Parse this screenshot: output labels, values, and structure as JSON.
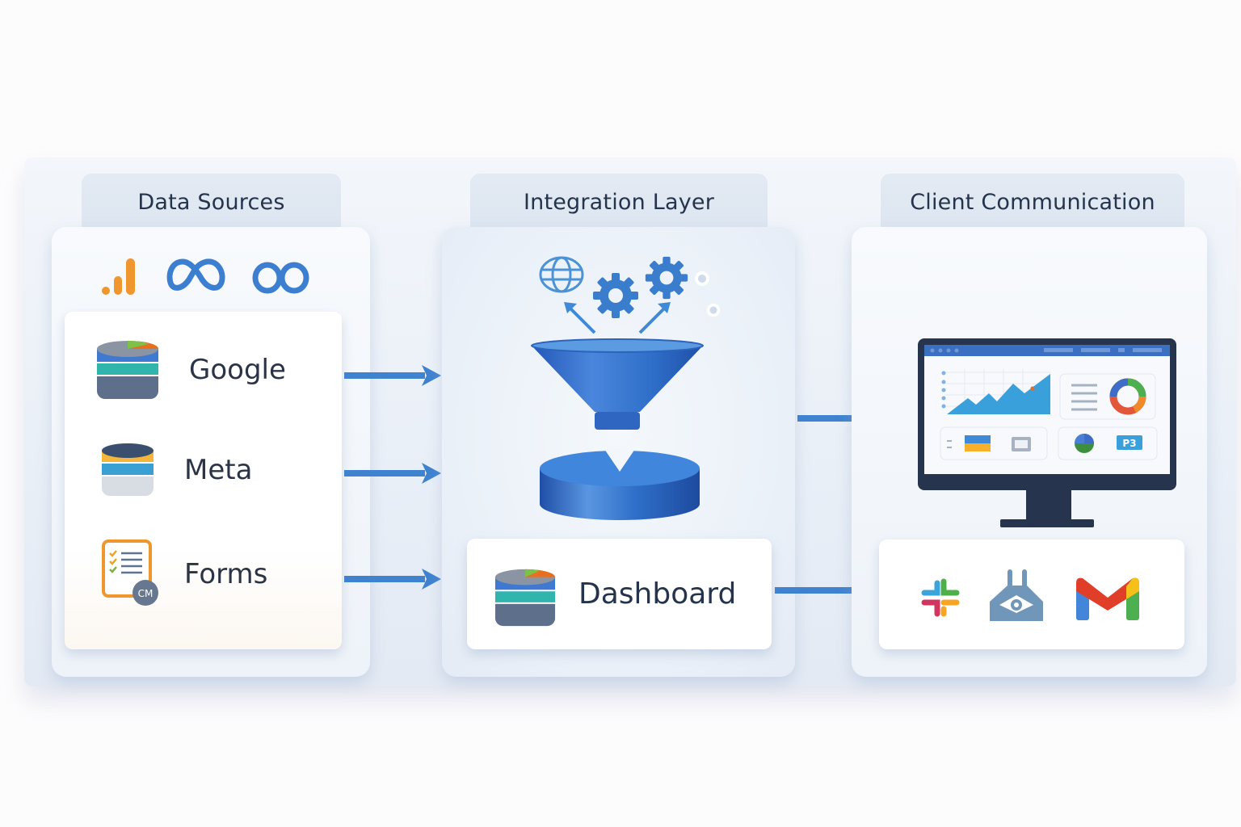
{
  "columns": {
    "data_sources": {
      "title": "Data Sources",
      "top_icons": [
        "analytics-bars-icon",
        "meta-infinity-icon",
        "meta-infinity-icon"
      ],
      "items": [
        {
          "label": "Google",
          "icon": "database-icon"
        },
        {
          "label": "Meta",
          "icon": "database-icon"
        },
        {
          "label": "Forms",
          "icon": "checklist-form-icon",
          "badge": "CM"
        }
      ]
    },
    "integration_layer": {
      "title": "Integration Layer",
      "illustration": [
        "globe-icon",
        "gear-icon",
        "gear-icon",
        "funnel-icon",
        "data-platform-icon"
      ],
      "output": {
        "label": "Dashboard",
        "icon": "database-icon"
      }
    },
    "client_communication": {
      "title": "Client Communication",
      "monitor_widgets": [
        "area-chart",
        "donut-chart",
        "image-widget",
        "pie-widget",
        "P3"
      ],
      "channels": [
        "slack-icon",
        "notification-hub-icon",
        "gmail-icon"
      ]
    }
  },
  "colors": {
    "arrow": "#3f82cf",
    "heading_text": "#25344d",
    "funnel_blue": "#2f6fc9",
    "orange": "#f0962f"
  }
}
